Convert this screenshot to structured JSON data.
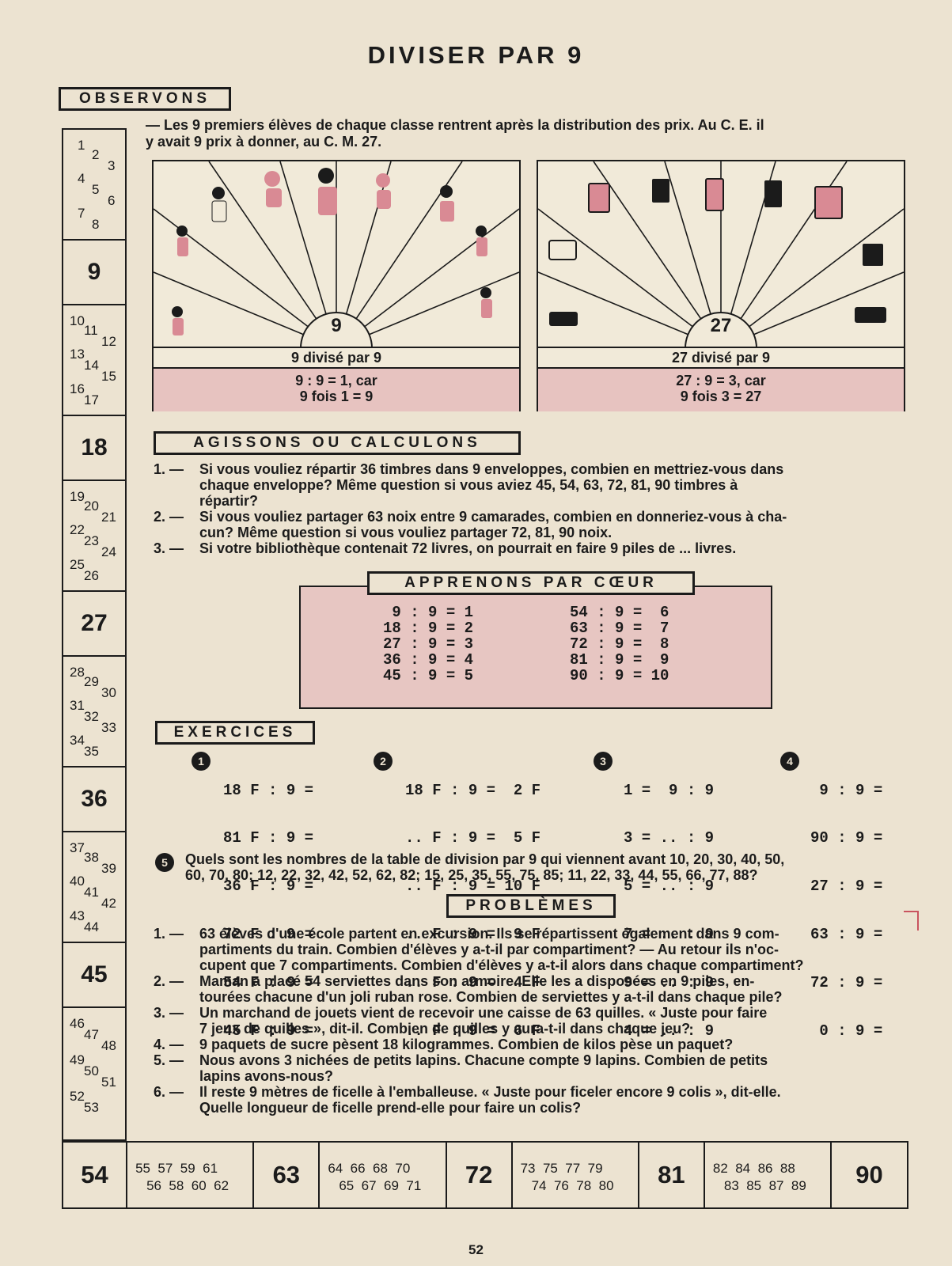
{
  "title": "DIVISER PAR 9",
  "sections": {
    "observons": "OBSERVONS",
    "agissons": "AGISSONS OU CALCULONS",
    "apprenons": "APPRENONS PAR CŒUR",
    "exercices": "EXERCICES",
    "problemes": "PROBLÈMES"
  },
  "intro": {
    "line1": "— Les 9 premiers élèves de chaque classe rentrent après la distribution des prix. Au C. E. il",
    "line2": "y avait 9 prix à donner, au C. M. 27."
  },
  "pictures": [
    {
      "center": "9",
      "caption": "9 divisé par 9",
      "eq1": "9 : 9 = 1, car",
      "eq2": "9 fois 1 = 9"
    },
    {
      "center": "27",
      "caption": "27 divisé par 9",
      "eq1": "27 : 9 = 3, car",
      "eq2": "9 fois 3 = 27"
    }
  ],
  "agissons": [
    {
      "n": "1. —",
      "l1": "Si vous vouliez répartir 36 timbres dans 9 enveloppes, combien en mettriez-vous dans",
      "l2": "chaque enveloppe? Même question si vous aviez 45, 54, 63, 72, 81, 90 timbres à",
      "l3": "répartir?"
    },
    {
      "n": "2. —",
      "l1": "Si vous vouliez partager 63 noix entre 9 camarades, combien en donneriez-vous à cha-",
      "l2": "cun? Même question si vous vouliez partager 72, 81, 90 noix.",
      "l3": ""
    },
    {
      "n": "3. —",
      "l1": "Si votre bibliothèque contenait 72 livres, on pourrait en faire 9 piles de ... livres.",
      "l2": "",
      "l3": ""
    }
  ],
  "table_left": [
    " 9 : 9 = 1",
    "18 : 9 = 2",
    "27 : 9 = 3",
    "36 : 9 = 4",
    "45 : 9 = 5"
  ],
  "table_right": [
    "54 : 9 =  6",
    "63 : 9 =  7",
    "72 : 9 =  8",
    "81 : 9 =  9",
    "90 : 9 = 10"
  ],
  "exercices": [
    {
      "n": "1",
      "lines": [
        "18 F : 9 =",
        "81 F : 9 =",
        "36 F : 9 =",
        "72 F : 9 =",
        "54 F : 9 =",
        "45 F : 9 ="
      ]
    },
    {
      "n": "2",
      "lines": [
        "18 F : 9 =  2 F",
        ".. F : 9 =  5 F",
        ".. F : 9 = 10 F",
        ".. F : 9 =  9 F",
        ".. F : 9 =  4 F",
        ".. F : 9 =  6 F"
      ]
    },
    {
      "n": "3",
      "lines": [
        "1 =  9 : 9",
        "3 = .. : 9",
        "5 = .. : 9",
        "7 = .. : 9",
        "9 = .. : 9",
        "4 = .. : 9"
      ]
    },
    {
      "n": "4",
      "lines": [
        " 9 : 9 =",
        "90 : 9 =",
        "27 : 9 =",
        "63 : 9 =",
        "72 : 9 =",
        " 0 : 9 ="
      ]
    }
  ],
  "exercice5": {
    "n": "5",
    "l1": "Quels sont les nombres de la table de division par 9 qui viennent avant 10, 20, 30, 40, 50,",
    "l2": "60, 70, 80; 12, 22, 32, 42, 52, 62, 82; 15, 25, 35, 55, 75, 85; 11, 22, 33, 44, 55, 66, 77, 88?"
  },
  "problemes": [
    {
      "n": "1. —",
      "lines": [
        "63 élèves d'une école partent en excursion. Ils se répartissent également dans 9 com-",
        "partiments du train. Combien d'élèves y a-t-il par compartiment? — Au retour ils n'oc-",
        "cupent que 7 compartiments. Combien d'élèves y a-t-il alors dans chaque compartiment?"
      ]
    },
    {
      "n": "2. —",
      "lines": [
        "Maman a placé 54 serviettes dans son armoire. Elle les a disposées en 9 piles, en-",
        "tourées chacune d'un joli ruban rose. Combien de serviettes y a-t-il dans chaque pile?"
      ]
    },
    {
      "n": "3. —",
      "lines": [
        "Un marchand de jouets vient de recevoir une caisse de 63 quilles. « Juste pour faire",
        "7 jeux de quilles », dit-il. Combien de quilles y aura-t-il dans chaque jeu?"
      ]
    },
    {
      "n": "4. —",
      "lines": [
        "9 paquets de sucre pèsent 18 kilogrammes. Combien de kilos pèse un paquet?"
      ]
    },
    {
      "n": "5. —",
      "lines": [
        "Nous avons 3 nichées de petits lapins. Chacune compte 9 lapins. Combien de petits",
        "lapins avons-nous?"
      ]
    },
    {
      "n": "6. —",
      "lines": [
        "Il reste 9 mètres de ficelle à l'emballeuse. « Juste pour ficeler encore 9 colis », dit-elle.",
        "Quelle longueur de ficelle prend-elle pour faire un colis?"
      ]
    }
  ],
  "left_column": {
    "small1": [
      "1",
      "2",
      "3",
      "4",
      "5",
      "6",
      "7",
      "8"
    ],
    "big1": "9",
    "small2": [
      "10",
      "11",
      "12",
      "13",
      "14",
      "15",
      "16",
      "17"
    ],
    "big2": "18",
    "small3": [
      "19",
      "20",
      "21",
      "22",
      "23",
      "24",
      "25",
      "26"
    ],
    "big3": "27",
    "small4": [
      "28",
      "29",
      "30",
      "31",
      "32",
      "33",
      "34",
      "35"
    ],
    "big4": "36",
    "small5": [
      "37",
      "38",
      "39",
      "40",
      "41",
      "42",
      "43",
      "44"
    ],
    "big5": "45",
    "small6": [
      "46",
      "47",
      "48",
      "49",
      "50",
      "51",
      "52",
      "53"
    ]
  },
  "bottom_strip": {
    "big": [
      "54",
      "63",
      "72",
      "81",
      "90"
    ],
    "groups": [
      {
        "l1": "55  57  59  61",
        "l2": "56  58  60  62"
      },
      {
        "l1": "64  66  68  70",
        "l2": "65  67  69  71"
      },
      {
        "l1": "73  75  77  79",
        "l2": "74  76  78  80"
      },
      {
        "l1": "82  84  86  88",
        "l2": "83  85  87  89"
      }
    ]
  },
  "page_number": "52",
  "colors": {
    "paper": "#ece3d1",
    "pink": "#e7c3c0",
    "ink": "#1b1b1b"
  }
}
